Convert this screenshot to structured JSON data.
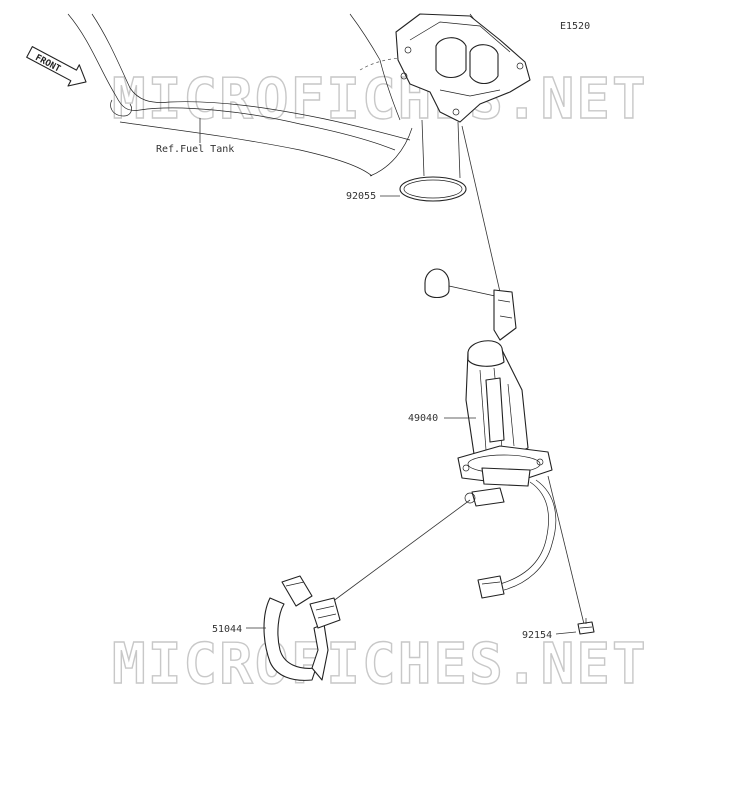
{
  "diagram_code": "E1520",
  "front_arrow_text": "FRONT",
  "watermark_text": "MICROFICHES.NET",
  "ref_label": "Ref.Fuel Tank",
  "parts": [
    {
      "number": "92055"
    },
    {
      "number": "49040"
    },
    {
      "number": "51044"
    },
    {
      "number": "92154"
    }
  ]
}
